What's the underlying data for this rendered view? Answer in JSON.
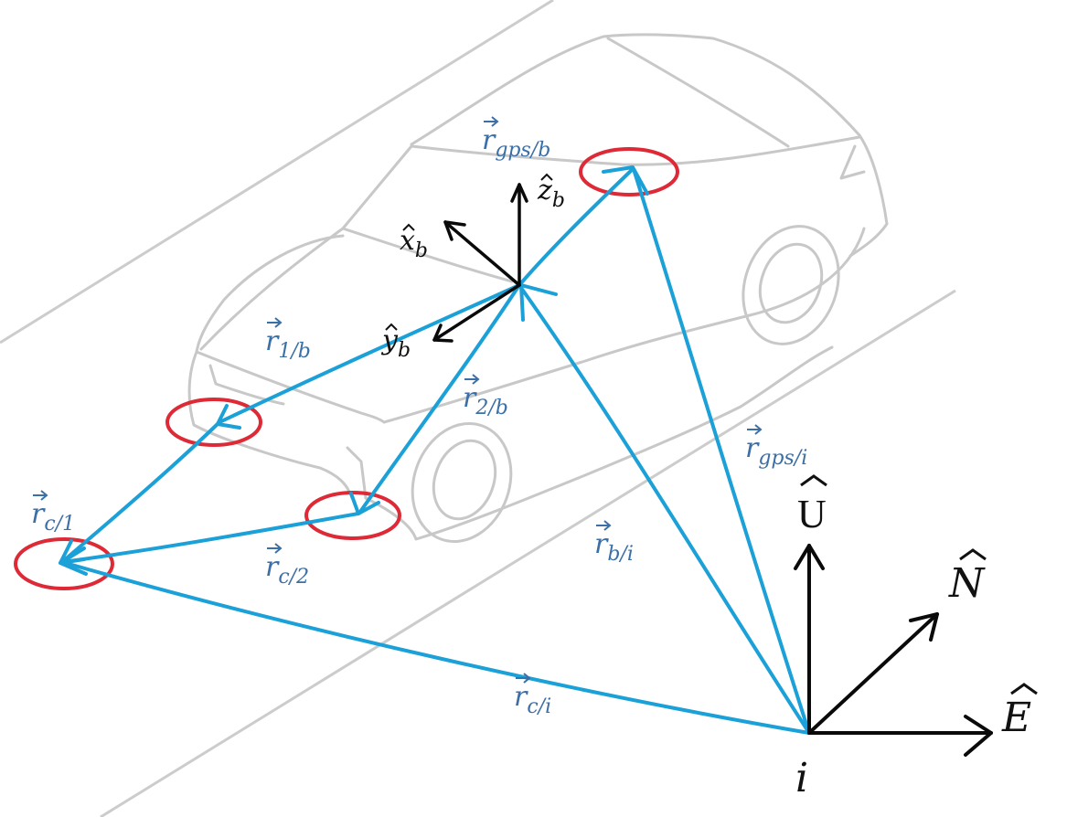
{
  "diagram": {
    "vector_labels": {
      "r_gps_b": {
        "sym": "r",
        "sub": "gps/b"
      },
      "r_1_b": {
        "sym": "r",
        "sub": "1/b"
      },
      "r_2_b": {
        "sym": "r",
        "sub": "2/b"
      },
      "r_c_1": {
        "sym": "r",
        "sub": "c/1"
      },
      "r_c_2": {
        "sym": "r",
        "sub": "c/2"
      },
      "r_c_i": {
        "sym": "r",
        "sub": "c/i"
      },
      "r_b_i": {
        "sym": "r",
        "sub": "b/i"
      },
      "r_gps_i": {
        "sym": "r",
        "sub": "gps/i"
      }
    },
    "body_axes": {
      "x": {
        "sym": "x",
        "sub": "b"
      },
      "y": {
        "sym": "y",
        "sub": "b"
      },
      "z": {
        "sym": "z",
        "sub": "b"
      }
    },
    "inertial_axes": {
      "up": "U",
      "north": "N",
      "east": "E",
      "origin": "i"
    },
    "colors": {
      "vector": "#1ba1d8",
      "label_blue": "#3b6fa6",
      "target": "#dd2a36",
      "axis": "#0a0a0a",
      "car_outline": "#c8c8c8"
    }
  }
}
